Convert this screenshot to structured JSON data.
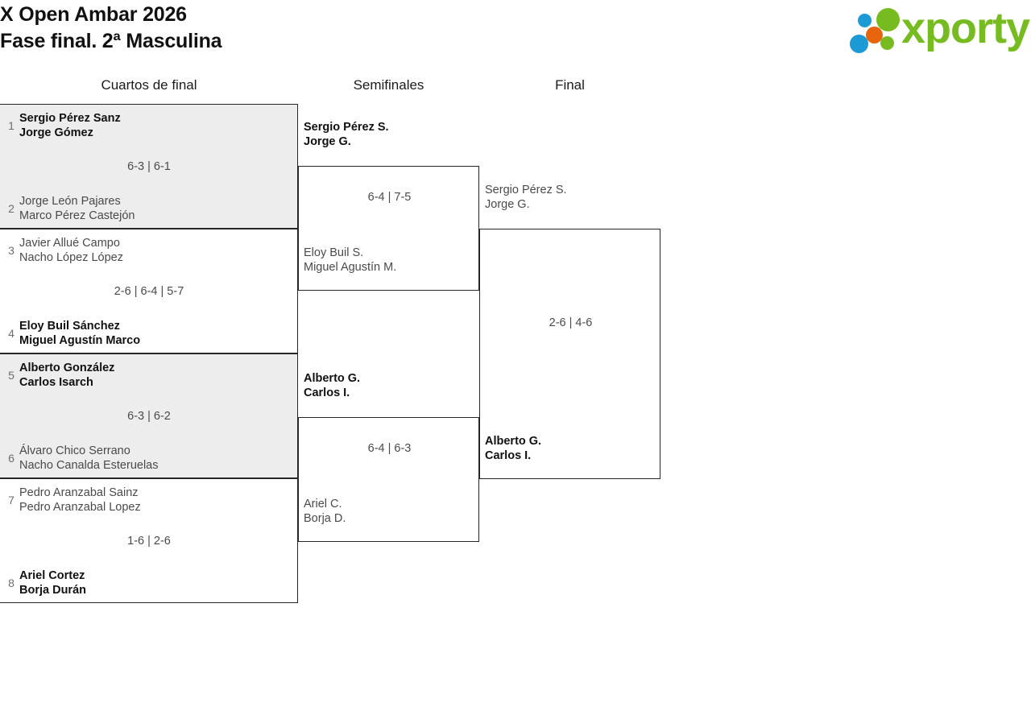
{
  "header": {
    "title_line1": "X Open Ambar 2026",
    "title_line2": "Fase final. 2ª Masculina",
    "logo_word": "xporty",
    "logo_colors": {
      "green": "#76bc21",
      "blue": "#1c9ad6",
      "orange": "#e8650d"
    }
  },
  "rounds": [
    {
      "label": "Cuartos de final"
    },
    {
      "label": "Semifinales"
    },
    {
      "label": "Final"
    }
  ],
  "quarterfinals": [
    {
      "score": "6-3 | 6-1",
      "shaded": true,
      "top": {
        "seed": "1",
        "p1": "Sergio Pérez Sanz",
        "p2": "Jorge Gómez",
        "winner": true
      },
      "bottom": {
        "seed": "2",
        "p1": "Jorge León Pajares",
        "p2": "Marco Pérez Castejón",
        "winner": false
      }
    },
    {
      "score": "2-6 | 6-4 | 5-7",
      "shaded": false,
      "top": {
        "seed": "3",
        "p1": "Javier Allué Campo",
        "p2": "Nacho López López",
        "winner": false
      },
      "bottom": {
        "seed": "4",
        "p1": "Eloy Buil Sánchez",
        "p2": "Miguel Agustín Marco",
        "winner": true
      }
    },
    {
      "score": "6-3 | 6-2",
      "shaded": true,
      "top": {
        "seed": "5",
        "p1": "Alberto González",
        "p2": "Carlos Isarch",
        "winner": true
      },
      "bottom": {
        "seed": "6",
        "p1": "Álvaro Chico Serrano",
        "p2": "Nacho Canalda Esteruelas",
        "winner": false
      }
    },
    {
      "score": "1-6 | 2-6",
      "shaded": false,
      "top": {
        "seed": "7",
        "p1": "Pedro Aranzabal Sainz",
        "p2": "Pedro Aranzabal Lopez",
        "winner": false
      },
      "bottom": {
        "seed": "8",
        "p1": "Ariel Cortez",
        "p2": "Borja Durán",
        "winner": true
      }
    }
  ],
  "semifinals": [
    {
      "score": "6-4 | 7-5",
      "top": {
        "p1": "Sergio Pérez S.",
        "p2": "Jorge G.",
        "winner": true
      },
      "bottom": {
        "p1": "Eloy Buil S.",
        "p2": "Miguel Agustín M.",
        "winner": false
      }
    },
    {
      "score": "6-4 | 6-3",
      "top": {
        "p1": "Alberto G.",
        "p2": "Carlos I.",
        "winner": true
      },
      "bottom": {
        "p1": "Ariel C.",
        "p2": "Borja D.",
        "winner": false
      }
    }
  ],
  "final": {
    "score": "2-6 | 4-6",
    "top": {
      "p1": "Sergio Pérez S.",
      "p2": "Jorge G.",
      "winner": false
    },
    "bottom": {
      "p1": "Alberto G.",
      "p2": "Carlos I.",
      "winner": true
    }
  }
}
